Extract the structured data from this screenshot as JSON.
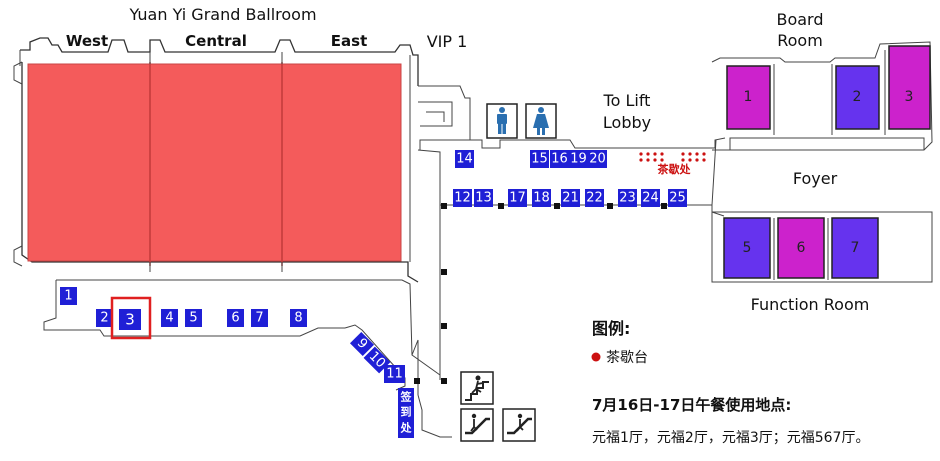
{
  "ballroom": {
    "title": "Yuan Yi Grand Ballroom",
    "west": "West",
    "central": "Central",
    "east": "East",
    "fill_color": "#f45b5b"
  },
  "vip": "VIP 1",
  "board_room": {
    "line1": "Board",
    "line2": "Room"
  },
  "lift_lobby": {
    "line1": "To Lift",
    "line2": "Lobby"
  },
  "foyer": "Foyer",
  "function_room": "Function Room",
  "tea_area": "茶歇处",
  "rooms_top": [
    {
      "label": "1",
      "color": "#cc22cc"
    },
    {
      "label": "2",
      "color": "#6633ee"
    },
    {
      "label": "3",
      "color": "#cc22cc"
    }
  ],
  "rooms_bottom": [
    {
      "label": "5",
      "color": "#6633ee"
    },
    {
      "label": "6",
      "color": "#cc22cc"
    },
    {
      "label": "7",
      "color": "#6633ee"
    }
  ],
  "booths": [
    "1",
    "2",
    "3",
    "4",
    "5",
    "6",
    "7",
    "8",
    "9",
    "10",
    "11",
    "12",
    "13",
    "14",
    "15",
    "16",
    "17",
    "18",
    "19",
    "20",
    "21",
    "22",
    "23",
    "24",
    "25"
  ],
  "signin": [
    "签",
    "到",
    "处"
  ],
  "highlighted_booth": "3",
  "highlight_color": "#e02020",
  "booth_color": "#1f1fd6",
  "legend": {
    "title": "图例:",
    "item": "茶歇台",
    "dot_color": "#cc1111"
  },
  "lunch": {
    "title": "7月16日-17日午餐使用地点:",
    "text": "元福1厅，元福2厅，元福3厅；元福567厅。"
  },
  "icons": [
    "male-restroom-icon",
    "female-restroom-icon",
    "stairs-icon",
    "escalator-icon"
  ]
}
